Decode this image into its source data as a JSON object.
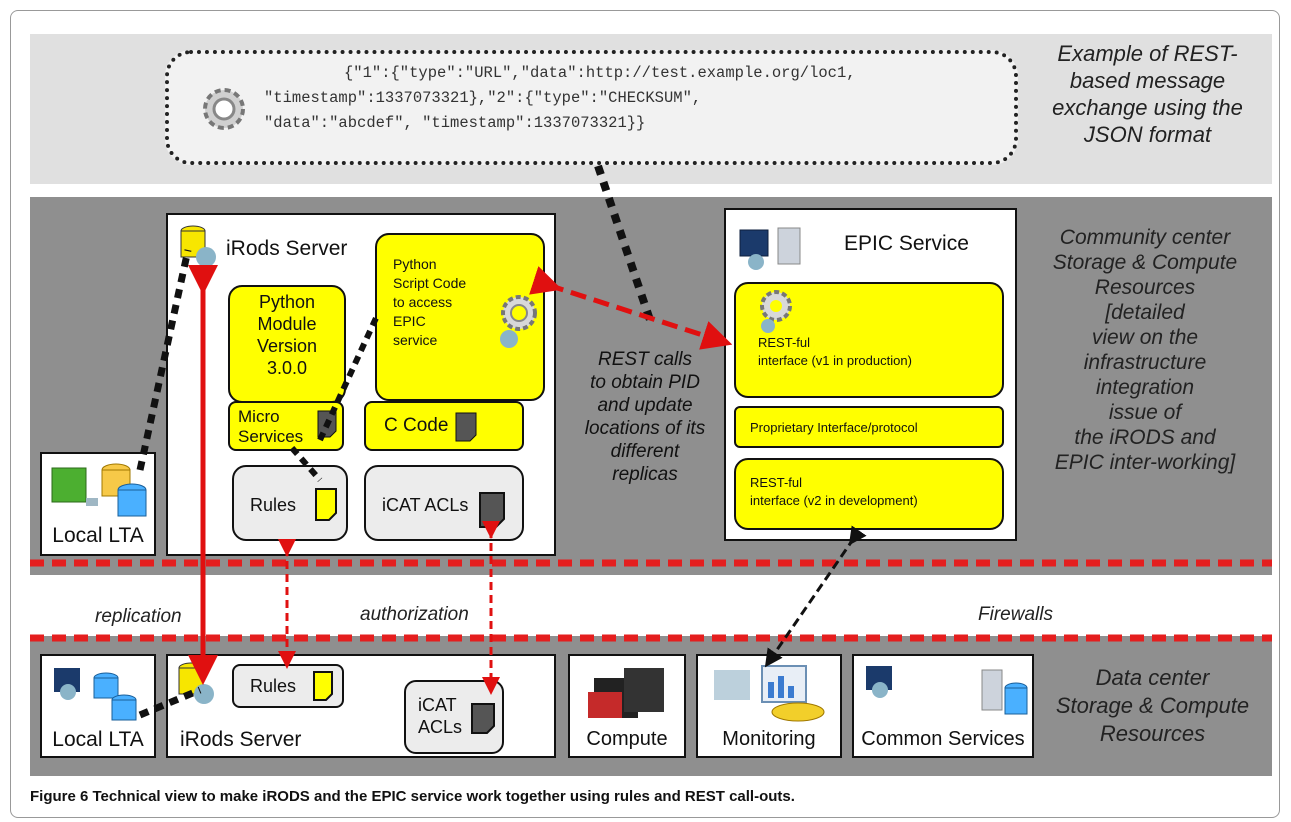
{
  "message_example": {
    "json_lines": [
      "{\"1\":{\"type\":\"URL\",\"data\":http://test.example.org/loc1,",
      "\"timestamp\":1337073321},\"2\":{\"type\":\"CHECKSUM\",",
      "\"data\":\"abcdef\", \"timestamp\":1337073321}}"
    ],
    "side_label": [
      "Example of REST-",
      "based message",
      "exchange using the",
      "JSON format"
    ]
  },
  "community_center": {
    "side_label": [
      "Community center",
      "Storage & Compute",
      "Resources",
      "[detailed",
      "view on the",
      "infrastructure",
      "integration",
      "issue of",
      "the iRODS and",
      "EPIC inter-working]"
    ],
    "local_lta": "Local LTA",
    "irods_server": {
      "title": "iRods Server",
      "python_module": [
        "Python",
        "Module",
        "Version",
        "3.0.0"
      ],
      "python_script": [
        "Python",
        "Script Code",
        "to access",
        "EPIC",
        "service"
      ],
      "micro_services": [
        "Micro",
        "Services"
      ],
      "c_code": "C Code",
      "rules": "Rules",
      "icat_acls": "iCAT ACLs"
    },
    "rest_calls_label": [
      "REST calls",
      "to obtain PID",
      "and update",
      "locations of its",
      "different",
      "replicas"
    ],
    "epic_service": {
      "title": "EPIC Service",
      "rest_v1": [
        "REST-ful",
        "interface (v1 in production)"
      ],
      "proprietary": "Proprietary Interface/protocol",
      "rest_v2": [
        "REST-ful",
        "interface (v2 in development)"
      ]
    }
  },
  "middle_labels": {
    "replication": "replication",
    "authorization": "authorization",
    "firewalls": "Firewalls"
  },
  "data_center": {
    "side_label": [
      "Data center",
      "Storage & Compute",
      "Resources"
    ],
    "local_lta": "Local LTA",
    "irods_server": "iRods Server",
    "rules": "Rules",
    "icat_acls": [
      "iCAT",
      "ACLs"
    ],
    "compute": "Compute",
    "monitoring": "Monitoring",
    "common_services": "Common Services"
  },
  "caption": "Figure 6 Technical view to make iRODS and the EPIC service work together using rules and REST call-outs.",
  "colors": {
    "highlight": "#ffff00",
    "arrow_red": "#e01010",
    "firewall_red": "#e41e1e",
    "band_gray": "#8f8f8f",
    "band_light": "#e0e0e0"
  }
}
